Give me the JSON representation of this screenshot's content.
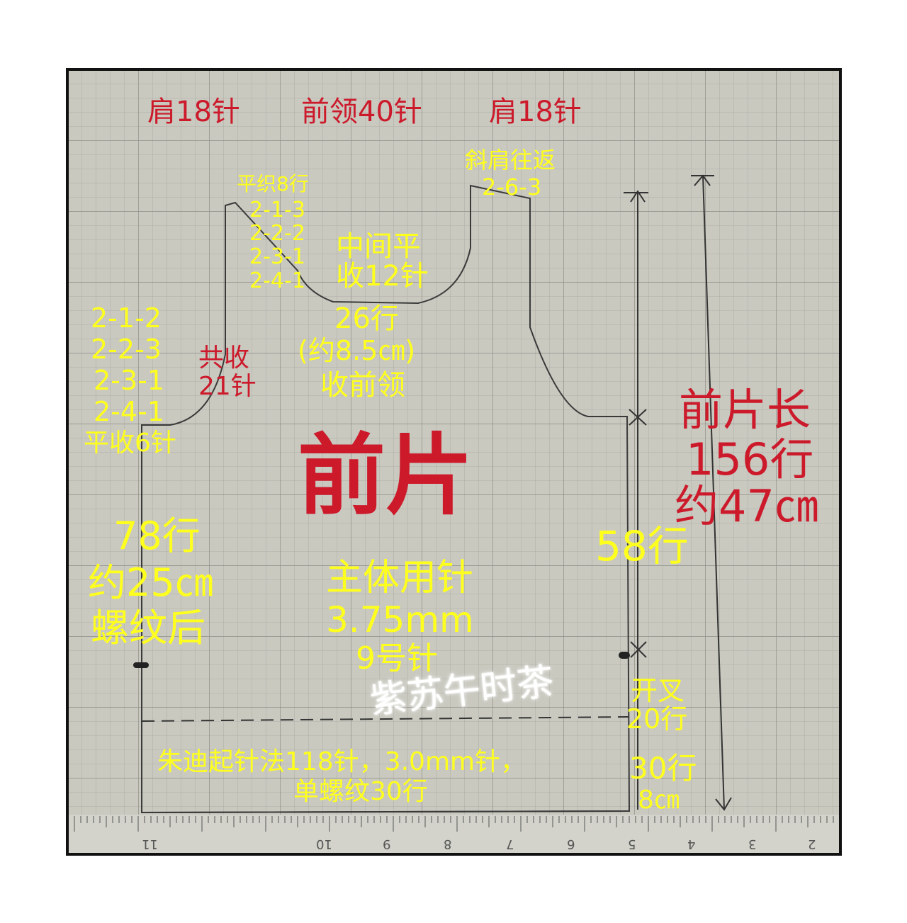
{
  "header": {
    "shoulder_left": "肩18针",
    "front_neck": "前领40针",
    "shoulder_right": "肩18针"
  },
  "neck_left": {
    "plain_rows": "平织8行",
    "steps": [
      "2-1-3",
      "2-2-2",
      "2-3-1",
      "2-4-1"
    ]
  },
  "neck_right": {
    "slope_label": "斜肩往返",
    "slope_value": "2-6-3"
  },
  "neck_center": {
    "line1": "中间平",
    "line2": "收12针",
    "rows": "26行",
    "cm": "(约8.5㎝)",
    "note": "收前领"
  },
  "armhole": {
    "steps": [
      "2-1-2",
      "2-2-3",
      "2-3-1",
      "2-4-1"
    ],
    "flat_bind": "平收6针",
    "total_line1": "共收",
    "total_line2": "21针"
  },
  "title": "前片",
  "front_length": {
    "line1": "前片长",
    "line2": "156行",
    "line3": "约47㎝"
  },
  "body_left": {
    "rows": "78行",
    "cm": "约25㎝",
    "note": "螺纹后"
  },
  "body_right_rows": "58行",
  "needle": {
    "line1": "主体用针",
    "line2": "3.75mm",
    "line3": "9号针"
  },
  "watermark": "紫苏午时茶",
  "slit": {
    "line1": "开叉",
    "line2": "20行"
  },
  "rib": {
    "line1": "朱迪起针法118针，3.0mm针，",
    "line2": "单螺纹30行",
    "rows": "30行",
    "cm": "8㎝"
  },
  "ruler_ticks": [
    "11",
    "10",
    "9",
    "8",
    "7",
    "6",
    "5",
    "4",
    "3",
    "2"
  ],
  "colors": {
    "paper": "#c9c9c0",
    "grid": "#9d9d97",
    "red_text": "#cc1a2b",
    "yellow_text": "#ffff1e",
    "frame": "#111111"
  }
}
